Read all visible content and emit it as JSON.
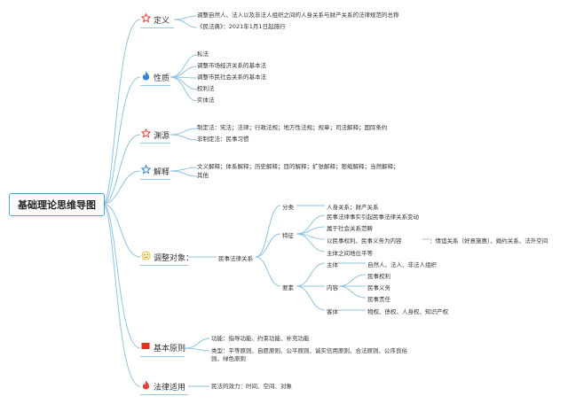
{
  "title": "基础理论思维导图",
  "colors": {
    "line": "#8fc3e0",
    "star": "#e0463d",
    "fire": "#2f86d6",
    "flag": "#e0321f",
    "star_blue": "#2f86d6",
    "smile": "#e6b93c"
  },
  "branches": {
    "definition": {
      "label": "定义",
      "icon": "star-outline-icon",
      "items": [
        "调整自然人、法人以及非法人组织之间的人身关系与财产关系的法律规范的总称",
        "《民法典》：2021年1月1日起施行"
      ]
    },
    "nature": {
      "label": "性质",
      "icon": "fire-icon",
      "items": [
        "私法",
        "调整市场经济关系的基本法",
        "调整市民社会关系的基本法",
        "权利法",
        "实体法"
      ]
    },
    "source": {
      "label": "渊源",
      "icon": "star-outline-icon",
      "items": [
        "制定法：宪法；法律；行政法规；地方性法规；规章；司法解释；国际条约",
        "非制定法：民事习惯"
      ]
    },
    "interpretation": {
      "label": "解释",
      "icon": "star-blue-icon",
      "items": [
        "文义解释；体系解释；历史解释；目的解释；扩张解释；限缩解释；当然解释；",
        "其他"
      ]
    },
    "adjustment": {
      "label": "调整对象：",
      "icon": "smile-icon",
      "hub": "民事法律关系",
      "classification": {
        "label": "分类",
        "item": "人身关系；财产关系"
      },
      "features": {
        "label": "特征",
        "items": [
          "民事法律事实引起民事法律关系变动",
          "属于社会关系范畴",
          "以民事权利、民事义务为内容",
          "主体之间地位平等"
        ],
        "side": "：情谊关系（好意施惠）、婚约关系、法外空间"
      },
      "elements": {
        "label": "要素",
        "subject": {
          "label": "主体",
          "item": "自然人、法人、非法人组织"
        },
        "content": {
          "label": "内容",
          "items": [
            "民事权利",
            "民事义务",
            "民事责任"
          ]
        },
        "object": {
          "label": "客体",
          "item": "物权、债权、人身权、知识产权"
        }
      }
    },
    "principles": {
      "label": "基本原则",
      "icon": "flag-icon",
      "items": [
        "功能：指导功能、约束功能、补充功能",
        "类型：平等原则、自愿原则、公平原则、诚实信用原则、合法原则、公序良俗",
        "则、绿色原则"
      ]
    },
    "application": {
      "label": "法律适用",
      "icon": "fire-icon",
      "items": [
        "民法的效力：时间、空间、对象"
      ]
    }
  }
}
